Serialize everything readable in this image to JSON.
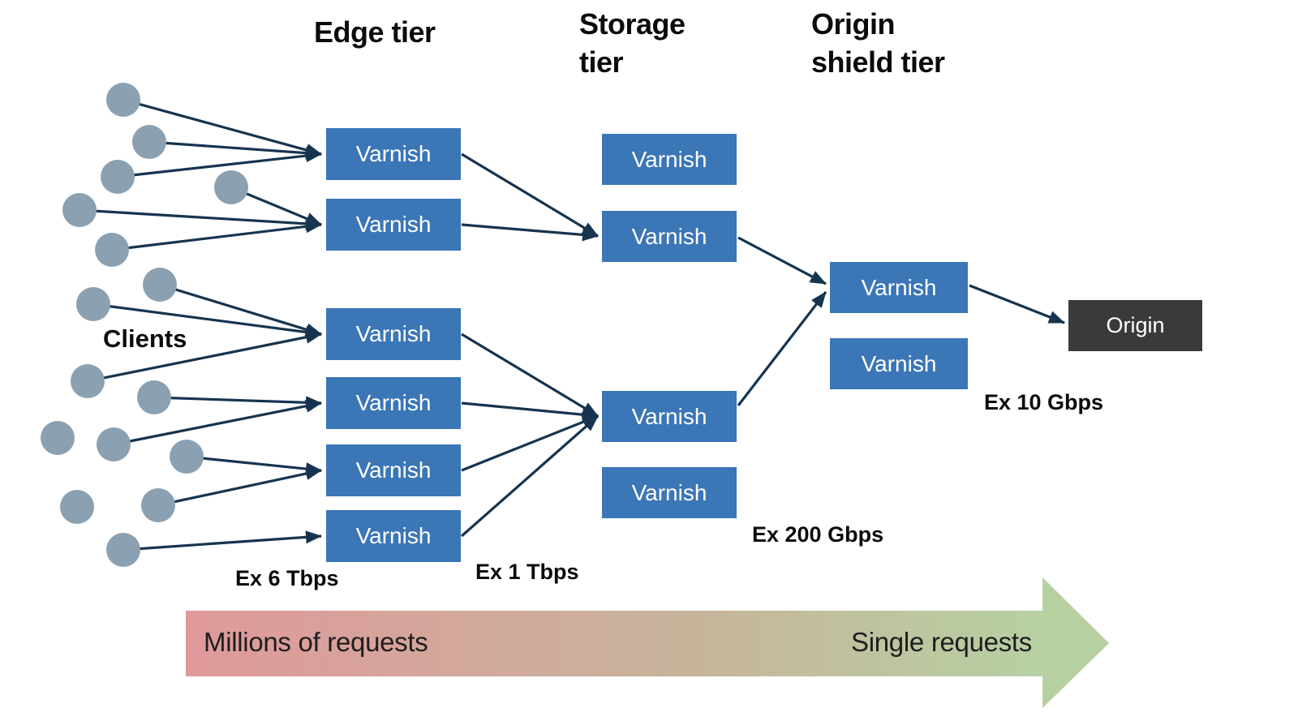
{
  "tiers": {
    "edge": {
      "title": "Edge tier"
    },
    "storage": {
      "title": "Storage tier"
    },
    "origin_shield": {
      "title": "Origin shield tier"
    }
  },
  "clients": {
    "label": "Clients"
  },
  "nodes": {
    "edge": [
      {
        "label": "Varnish"
      },
      {
        "label": "Varnish"
      },
      {
        "label": "Varnish"
      },
      {
        "label": "Varnish"
      },
      {
        "label": "Varnish"
      },
      {
        "label": "Varnish"
      }
    ],
    "storage": [
      {
        "label": "Varnish"
      },
      {
        "label": "Varnish"
      },
      {
        "label": "Varnish"
      },
      {
        "label": "Varnish"
      }
    ],
    "origin_shield": [
      {
        "label": "Varnish"
      },
      {
        "label": "Varnish"
      }
    ],
    "origin": {
      "label": "Origin"
    }
  },
  "throughput_labels": {
    "edge_in": "Ex 6 Tbps",
    "edge_out": "Ex 1 Tbps",
    "storage_out": "Ex 200 Gbps",
    "origin_in": "Ex 10 Gbps"
  },
  "flow_arrow": {
    "left_label": "Millions of requests",
    "right_label": "Single requests"
  },
  "colors": {
    "varnish_box": "#3b76b7",
    "origin_box": "#3a3a3a",
    "client_node": "#8ba1b2",
    "connector": "#16344f",
    "flow_gradient_start": "#e0999b",
    "flow_gradient_mid": "#c7b49b",
    "flow_gradient_end": "#b7d0a2"
  }
}
